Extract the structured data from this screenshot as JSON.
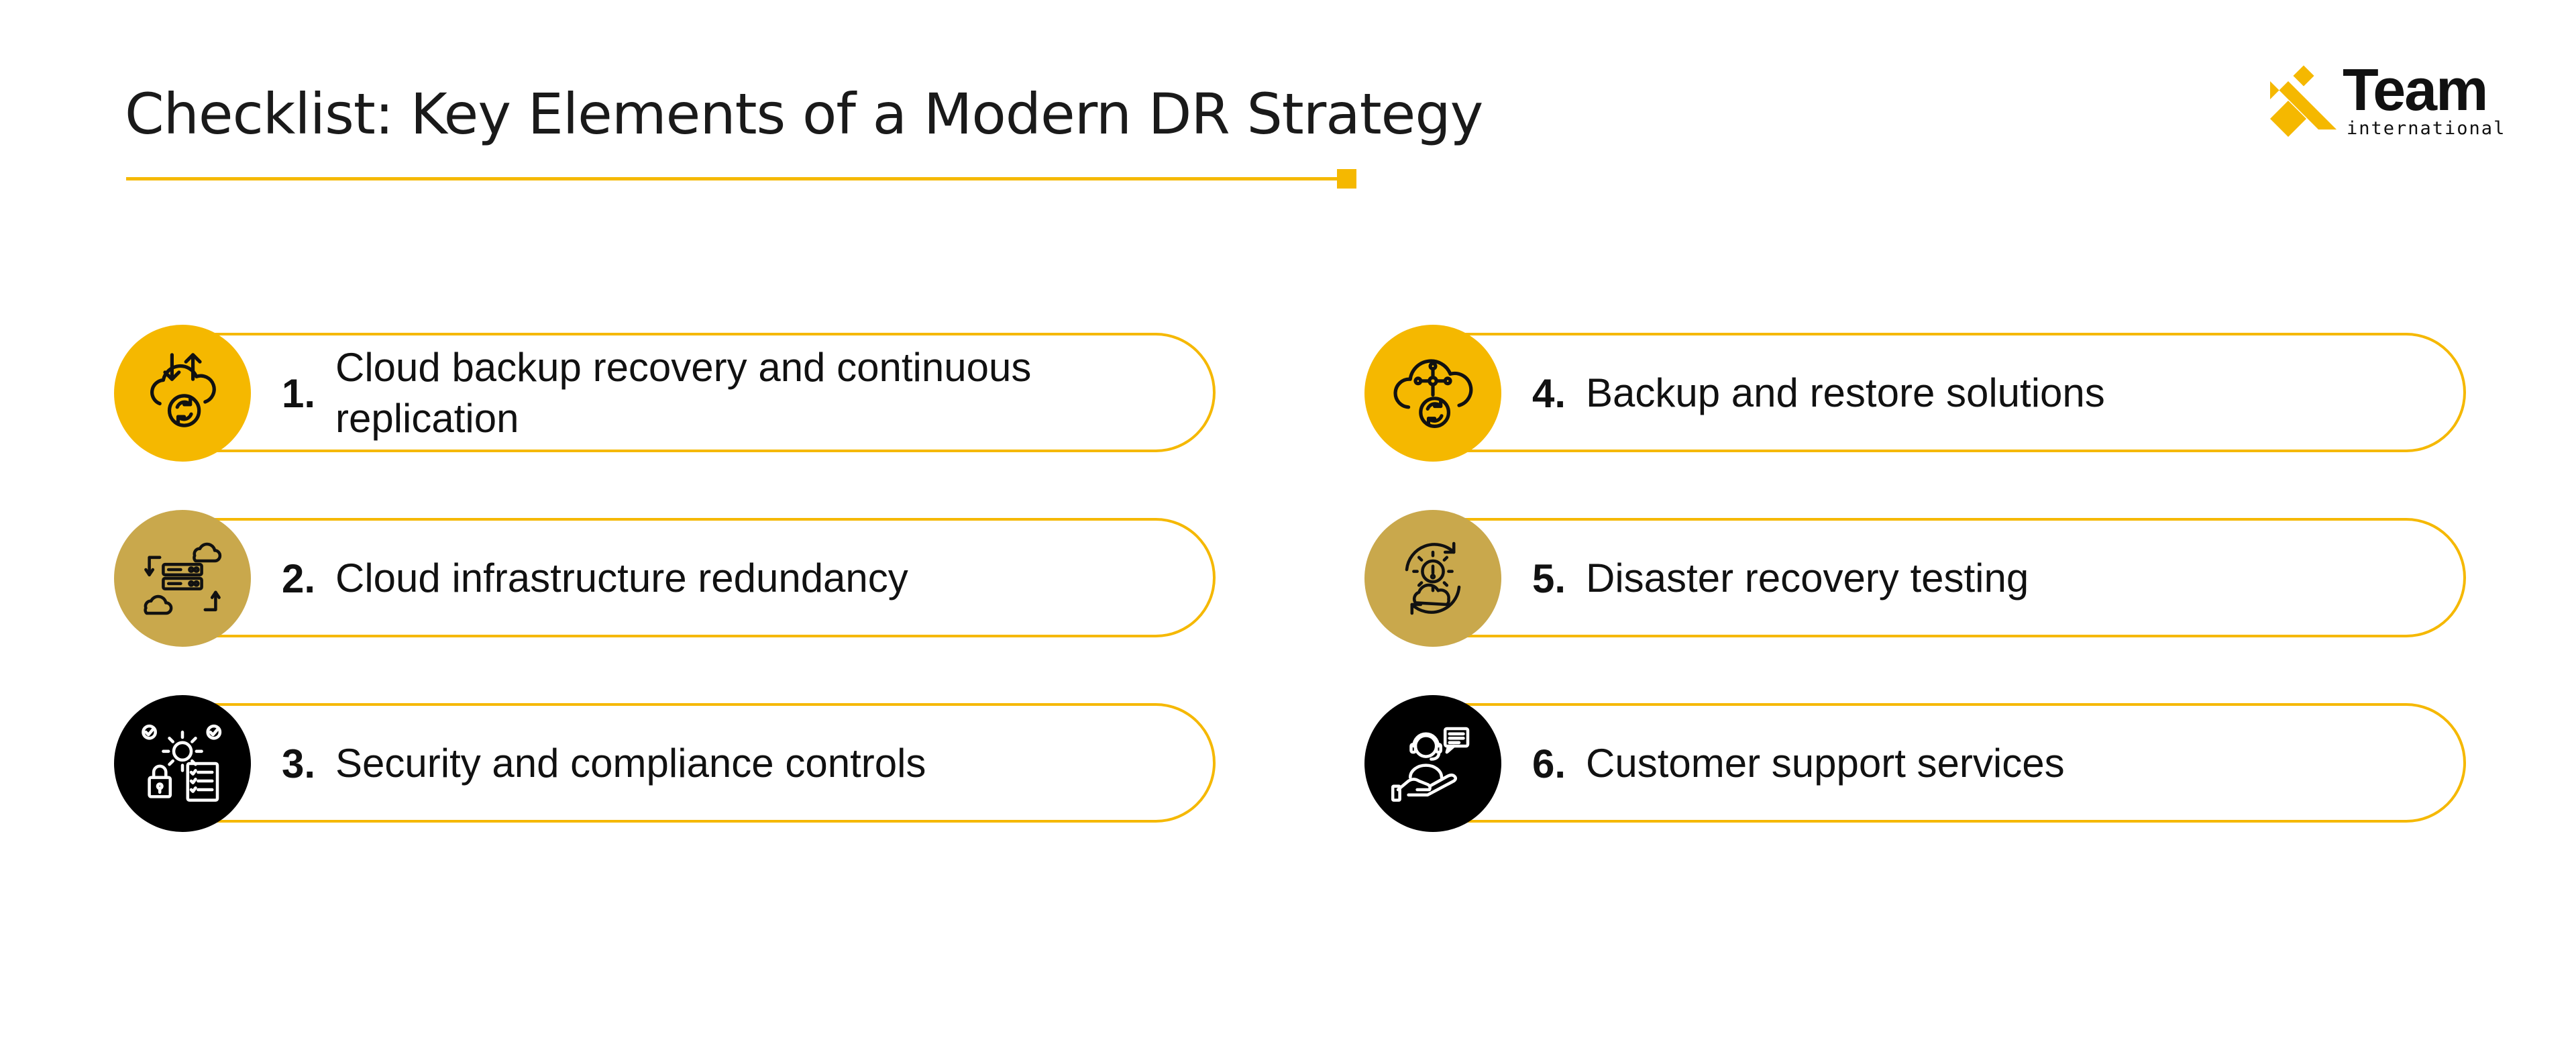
{
  "header": {
    "title": "Checklist: Key Elements of a Modern DR Strategy"
  },
  "logo": {
    "name": "Team",
    "subtitle": "international"
  },
  "colors": {
    "accent": "#F5B800",
    "gold": "#C9A84C",
    "black": "#000000",
    "text": "#111111"
  },
  "items": [
    {
      "number": "1.",
      "label": "Cloud backup recovery and continuous replication",
      "icon": "cloud-sync-icon",
      "badge_color": "#F5B800"
    },
    {
      "number": "2.",
      "label": "Cloud infrastructure redundancy",
      "icon": "server-cloud-icon",
      "badge_color": "#C9A84C"
    },
    {
      "number": "3.",
      "label": "Security and compliance controls",
      "icon": "security-compliance-icon",
      "badge_color": "#000000"
    },
    {
      "number": "4.",
      "label": "Backup and restore solutions",
      "icon": "cloud-network-icon",
      "badge_color": "#F5B800"
    },
    {
      "number": "5.",
      "label": "Disaster recovery testing",
      "icon": "gear-cycle-icon",
      "badge_color": "#C9A84C"
    },
    {
      "number": "6.",
      "label": "Customer support services",
      "icon": "customer-support-icon",
      "badge_color": "#000000"
    }
  ]
}
